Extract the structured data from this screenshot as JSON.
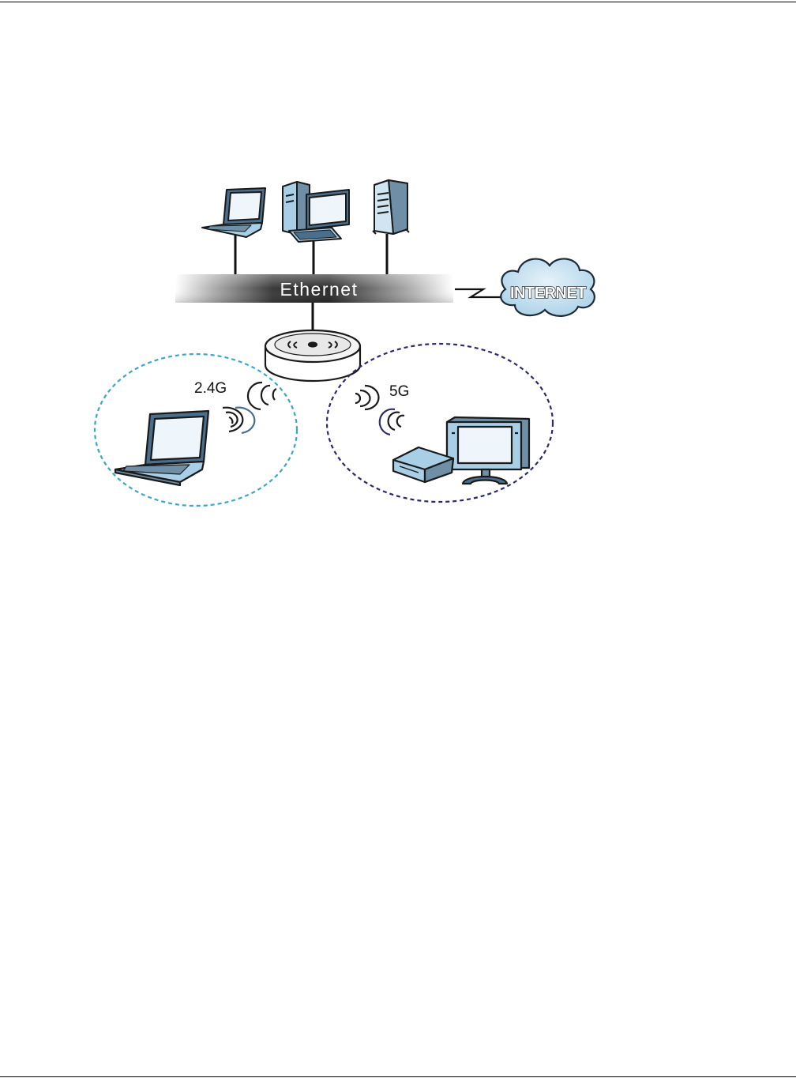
{
  "diagram": {
    "labels": {
      "ethernet": "Ethernet",
      "internet": "INTERNET",
      "band_24": "2.4G",
      "band_5": "5G"
    },
    "nodes": [
      {
        "id": "laptop-wired",
        "kind": "laptop",
        "icon": "laptop-icon"
      },
      {
        "id": "desktop-wired",
        "kind": "desktop",
        "icon": "desktop-computer-icon"
      },
      {
        "id": "server-wired",
        "kind": "server",
        "icon": "server-tower-icon"
      },
      {
        "id": "access-point",
        "kind": "access-point",
        "icon": "access-point-icon"
      },
      {
        "id": "internet-cloud",
        "kind": "cloud",
        "icon": "cloud-icon"
      },
      {
        "id": "laptop-wireless",
        "kind": "laptop",
        "icon": "laptop-icon"
      },
      {
        "id": "settop-box",
        "kind": "set-top-box",
        "icon": "set-top-box-icon"
      },
      {
        "id": "tv",
        "kind": "television",
        "icon": "television-icon"
      }
    ],
    "colors": {
      "device_fill": "#a9cfe6",
      "device_dark": "#4a6f8c",
      "zone_24": "#3aa6c8",
      "zone_5": "#2a2a6e",
      "bus_dark": "#2f2f2f",
      "cloud_fill": "#b9d9ec"
    }
  }
}
